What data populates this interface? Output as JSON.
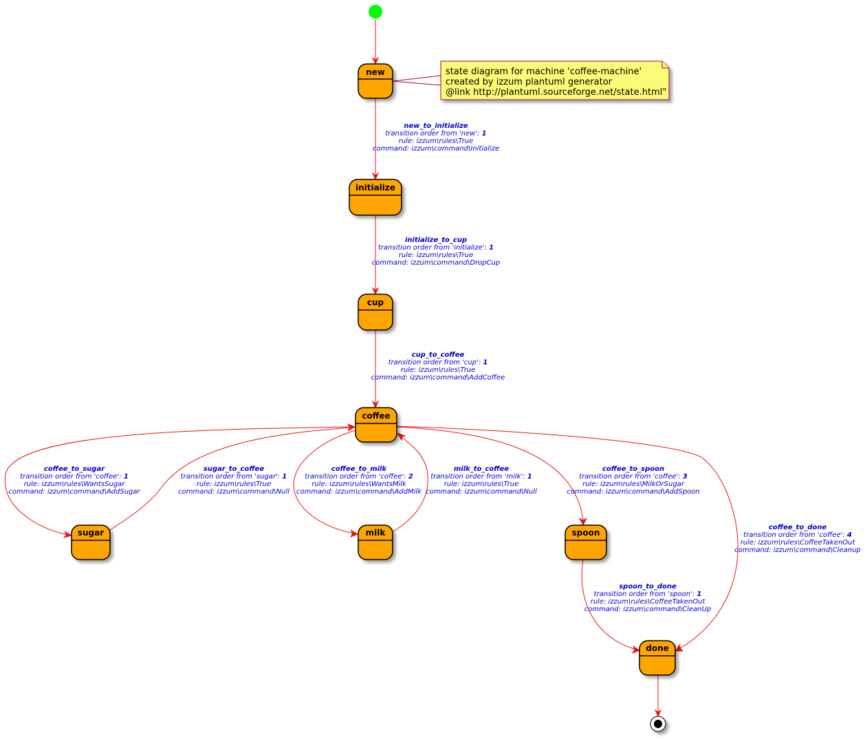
{
  "diagram": {
    "start_color": "#00FF00",
    "state_color": "#FFA500",
    "edge_color": "#E8150F",
    "label_color": "#0000CD",
    "note_color": "#FBFB77",
    "states": {
      "new": "new",
      "initialize": "initialize",
      "cup": "cup",
      "coffee": "coffee",
      "sugar": "sugar",
      "milk": "milk",
      "spoon": "spoon",
      "done": "done"
    },
    "note": {
      "line1": "state diagram for machine 'coffee-machine'",
      "line2": "created by izzum plantuml generator",
      "line3": "@link http://plantuml.sourceforge.net/state.html\""
    },
    "transitions": {
      "new_to_initialize": {
        "name": "new_to_initialize",
        "order_text": "transition order from 'new': ",
        "order": "1",
        "rule": "rule: izzum\\rules\\True",
        "command": "command: izzum\\command\\Initialize"
      },
      "initialize_to_cup": {
        "name": "initialize_to_cup",
        "order_text": "transition order from 'initialize': ",
        "order": "1",
        "rule": "rule: izzum\\rules\\True",
        "command": "command: izzum\\command\\DropCup"
      },
      "cup_to_coffee": {
        "name": "cup_to_coffee",
        "order_text": "transition order from 'cup': ",
        "order": "1",
        "rule": "rule: izzum\\rules\\True",
        "command": "command: izzum\\command\\AddCoffee"
      },
      "coffee_to_sugar": {
        "name": "coffee_to_sugar",
        "order_text": "transition order from 'coffee': ",
        "order": "1",
        "rule": "rule: izzum\\rules\\WantsSugar",
        "command": "command: izzum\\command\\AddSugar"
      },
      "sugar_to_coffee": {
        "name": "sugar_to_coffee",
        "order_text": "transition order from 'sugar': ",
        "order": "1",
        "rule": "rule: izzum\\rules\\True",
        "command": "command: izzum\\command\\Null"
      },
      "coffee_to_milk": {
        "name": "coffee_to_milk",
        "order_text": "transition order from 'coffee': ",
        "order": "2",
        "rule": "rule: izzum\\rules\\WantsMilk",
        "command": "command: izzum\\command\\AddMilk"
      },
      "milk_to_coffee": {
        "name": "milk_to_coffee",
        "order_text": "transition order from 'milk': ",
        "order": "1",
        "rule": "rule: izzum\\rules\\True",
        "command": "command: izzum\\command\\Null"
      },
      "coffee_to_spoon": {
        "name": "coffee_to_spoon",
        "order_text": "transition order from 'coffee': ",
        "order": "3",
        "rule": "rule: izzum\\rules\\MilkOrSugar",
        "command": "command: izzum\\command\\AddSpoon"
      },
      "coffee_to_done": {
        "name": "coffee_to_done",
        "order_text": "transition order from 'coffee': ",
        "order": "4",
        "rule": "rule: izzum\\rules\\CoffeeTakenOut",
        "command": "command: izzum\\command\\Cleanup"
      },
      "spoon_to_done": {
        "name": "spoon_to_done",
        "order_text": "transition order from 'spoon': ",
        "order": "1",
        "rule": "rule: izzum\\rules\\CoffeeTakenOut",
        "command": "command: izzum\\command\\CleanUp"
      }
    }
  }
}
